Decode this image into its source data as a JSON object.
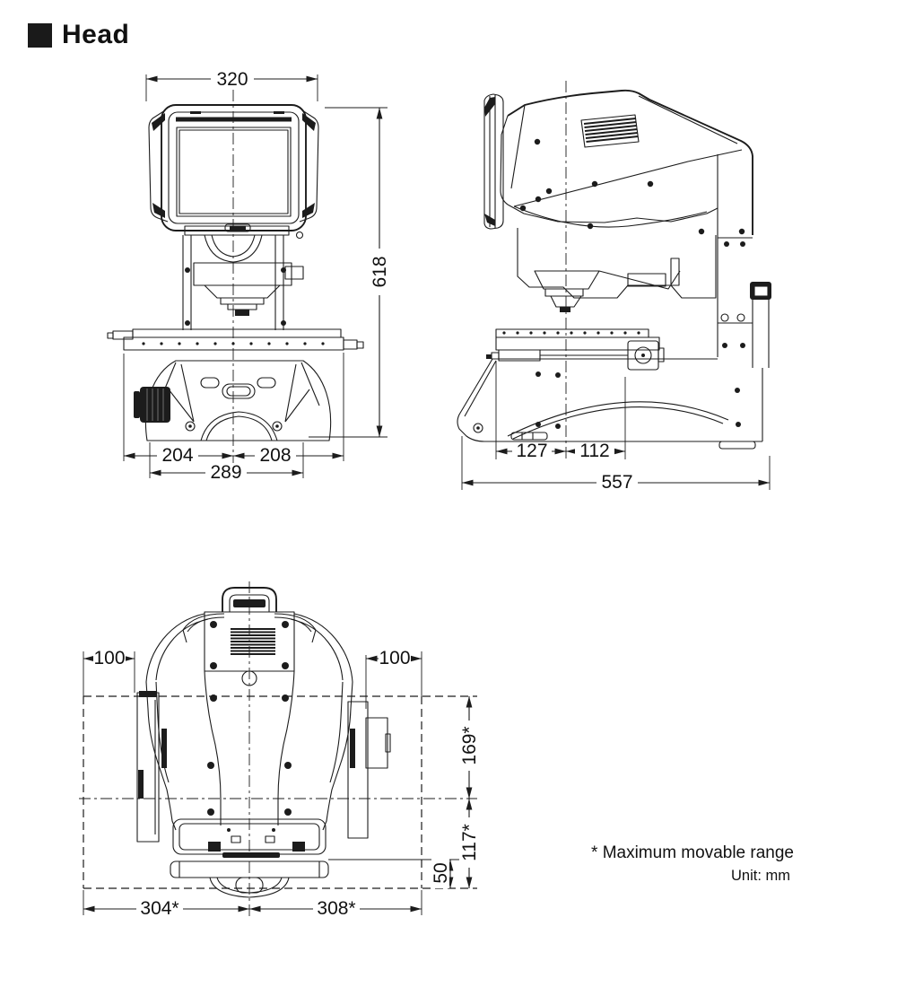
{
  "title": {
    "text": "Head"
  },
  "footnote": {
    "asterisk_note": "* Maximum movable range",
    "unit_note": "Unit: mm"
  },
  "front_view": {
    "dims": {
      "width": "320",
      "height": "618",
      "base_left": "204",
      "base_right": "208",
      "base_width": "289"
    }
  },
  "side_view": {
    "dims": {
      "stage_front": "127",
      "stage_rear": "112",
      "depth": "557"
    }
  },
  "top_view": {
    "dims": {
      "left_clearance": "100",
      "right_clearance": "100",
      "rear_travel": "169*",
      "front_travel": "117*",
      "front_offset": "50",
      "left_travel": "304*",
      "right_travel": "308*"
    }
  }
}
